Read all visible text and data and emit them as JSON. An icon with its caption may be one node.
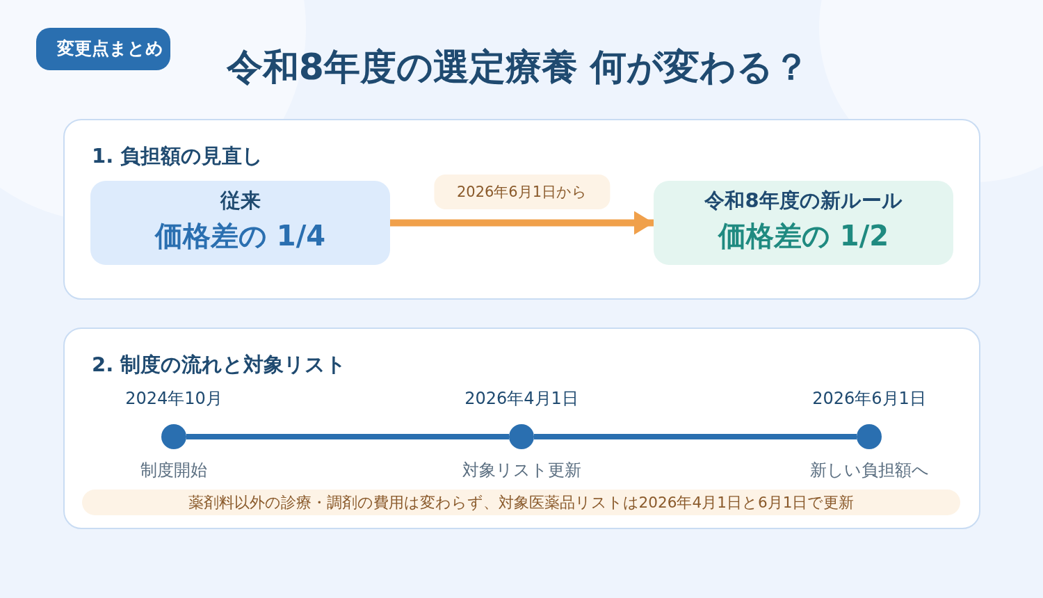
{
  "diagram": {
    "title": "令和8年度の選定療養 何が変わる？",
    "nodes": [
      {
        "text": [
          "変更点まとめ"
        ]
      },
      {
        "text": [
          "1. 負担額の見直し"
        ]
      },
      {
        "text": [
          "従来",
          "価格差の 1/4"
        ],
        "in": 1
      },
      {
        "text": [
          "令和8年度の新ルール",
          "価格差の 1/2"
        ],
        "in": 1
      },
      {
        "text": [
          "2. 制度の流れと対象リスト"
        ]
      },
      {
        "text": [],
        "shape": "circle",
        "in": 4,
        "beside": [
          "2024年10月",
          "制度開始"
        ]
      },
      {
        "text": [],
        "shape": "circle",
        "in": 4,
        "beside": [
          "2026年4月1日",
          "対象リスト更新"
        ]
      },
      {
        "text": [],
        "shape": "circle",
        "in": 4,
        "beside": [
          "2026年6月1日",
          "新しい負担額へ"
        ]
      },
      {
        "text": [
          "薬剤料以外の診療・調剤の費用は変わらず、対象医薬品リストは2026年4月1日と6月1日で更新"
        ],
        "in": 4
      }
    ],
    "edges": [
      {
        "from": 2,
        "to": 3,
        "arrow": "to",
        "label": "2026年6月1日から",
        "color": "#f0a04b"
      },
      {
        "from": 5,
        "to": 6,
        "arrow": "none"
      },
      {
        "from": 6,
        "to": 7,
        "arrow": "none"
      }
    ]
  }
}
